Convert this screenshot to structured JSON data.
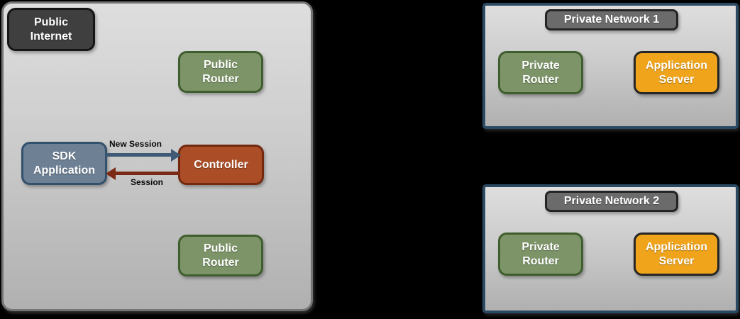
{
  "public_zone": {
    "label": "Public\nInternet",
    "public_router_top": "Public\nRouter",
    "sdk_application": "SDK\nApplication",
    "controller": "Controller",
    "public_router_bottom": "Public\nRouter",
    "arrows": {
      "new_session": "New Session",
      "session": "Session"
    }
  },
  "private_network_1": {
    "title": "Private Network 1",
    "private_router": "Private\nRouter",
    "application_server": "Application\nServer"
  },
  "private_network_2": {
    "title": "Private Network 2",
    "private_router": "Private\nRouter",
    "application_server": "Application\nServer"
  },
  "colors": {
    "page_background": "#000000",
    "zone_fill_top": "#dedede",
    "zone_fill_bottom": "#b0b0b0",
    "public_zone_border": "#747474",
    "private_zone_border": "#2a4a63",
    "dark_node_fill": "#3f3f3f",
    "green_node_fill": "#7c9468",
    "green_node_border": "#405e2d",
    "slate_node_fill": "#6d8094",
    "slate_node_border": "#33516d",
    "rust_node_fill": "#ab4e27",
    "rust_node_border": "#74290f",
    "orange_node_fill": "#f0a41c",
    "title_node_fill": "#6b6b6b",
    "new_session_arrow": "#3e5a74",
    "session_arrow": "#7c2a15",
    "node_text": "#ffffff",
    "arrow_label_text": "#0a0a0a"
  }
}
